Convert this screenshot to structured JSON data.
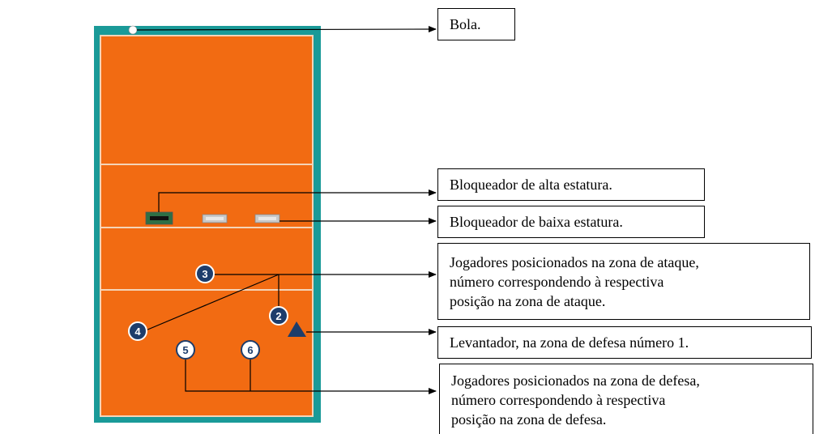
{
  "labels": {
    "ball": "Bola.",
    "tall_blocker": "Bloqueador de alta estatura.",
    "short_blocker": "Bloqueador de baixa estatura.",
    "attack_players": "Jogadores posicionados na zona de ataque,\nnúmero correspondendo à respectiva\nposição na zona de ataque.",
    "setter": "Levantador, na zona de defesa número 1.",
    "defense_players": "Jogadores posicionados na zona de defesa,\nnúmero correspondendo à respectiva\nposição na zona de defesa."
  },
  "players": {
    "attack": [
      "3",
      "4",
      "2"
    ],
    "defense": [
      "5",
      "6"
    ]
  },
  "colors": {
    "court_border": "#1a9a98",
    "court_fill": "#f26b12",
    "court_lines": "#f4d4b8",
    "attack_marker": "#1d3d6b",
    "defense_marker": "#ffffff",
    "setter": "#1d3d6b",
    "tall_blocker": "#2e6f45",
    "short_blocker": "#c9c9c9"
  }
}
